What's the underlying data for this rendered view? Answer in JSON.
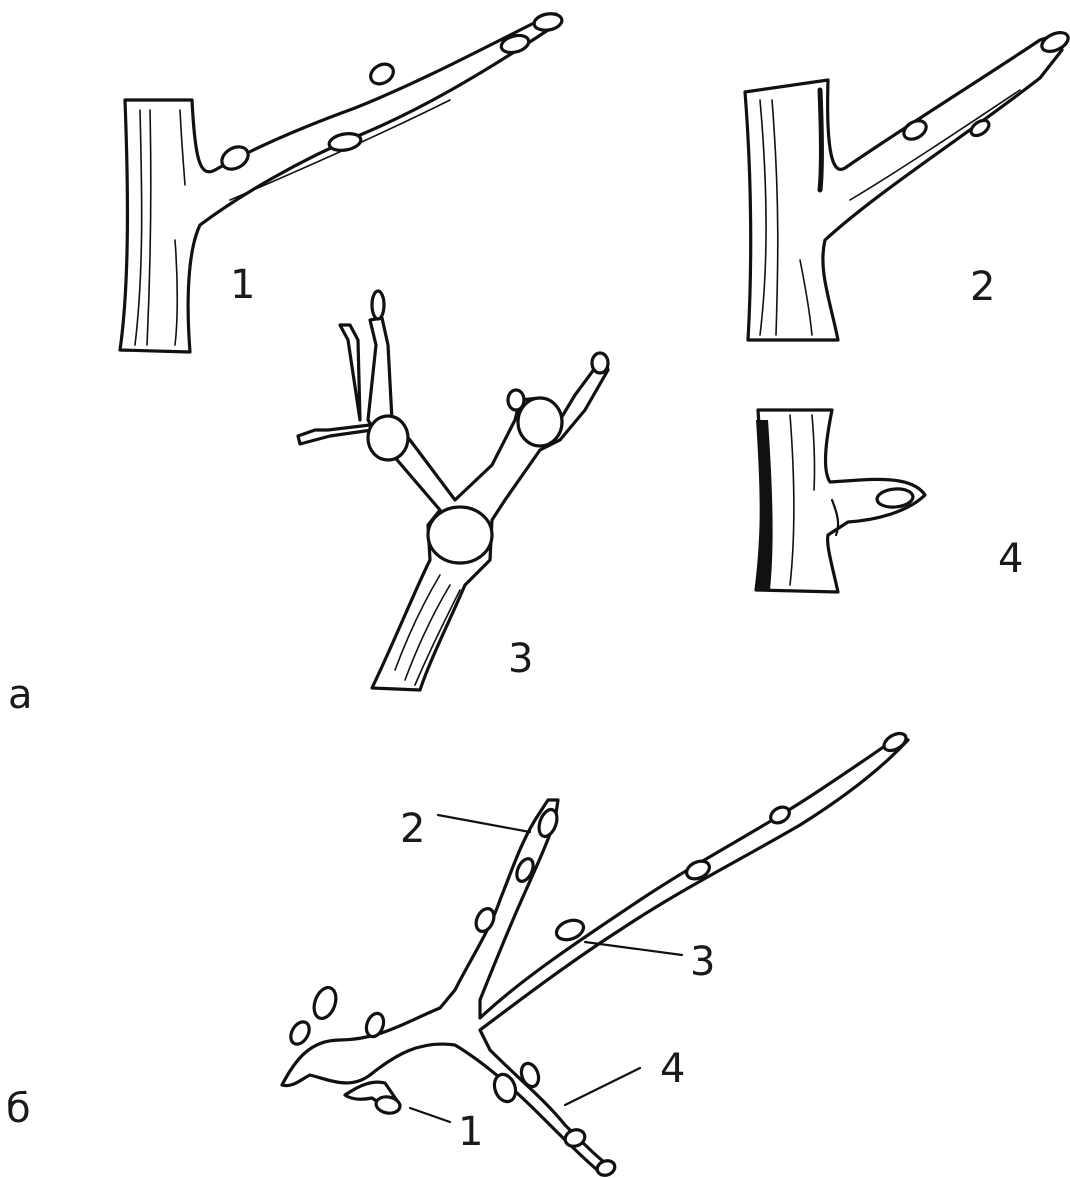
{
  "panels": {
    "a": {
      "label": "а",
      "figures": [
        {
          "number": "1"
        },
        {
          "number": "2"
        },
        {
          "number": "3"
        },
        {
          "number": "4"
        }
      ]
    },
    "b": {
      "label": "б",
      "callouts": [
        {
          "number": "1"
        },
        {
          "number": "2"
        },
        {
          "number": "3"
        },
        {
          "number": "4"
        }
      ]
    }
  }
}
